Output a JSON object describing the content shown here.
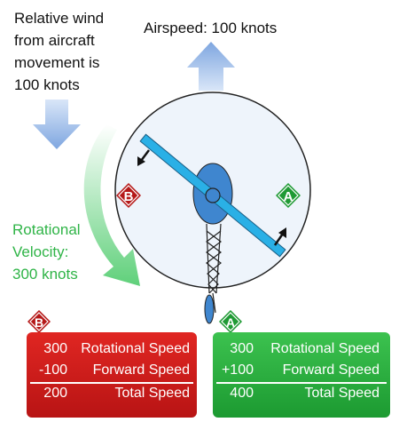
{
  "wind_note": {
    "lines": [
      "Relative wind",
      "from aircraft",
      "movement is",
      "100 knots"
    ]
  },
  "airspeed_label": "Airspeed: 100 knots",
  "rotational_note": {
    "lines": [
      "Rotational",
      "Velocity:",
      "300 knots"
    ]
  },
  "blade_markers": {
    "a": "A",
    "b": "B"
  },
  "colors": {
    "retreating": "#c81e1e",
    "advancing": "#22a83a",
    "arrow_blue": "#8fb3e8",
    "blade": "#2ab0e6",
    "hub": "#3f86cf",
    "rotor_disk": "#eef4fb"
  },
  "table_b": {
    "marker": "B",
    "rows": [
      {
        "value": "300",
        "label": "Rotational Speed"
      },
      {
        "value": "-100",
        "label": "Forward Speed"
      }
    ],
    "total": {
      "value": "200",
      "label": "Total Speed"
    }
  },
  "table_a": {
    "marker": "A",
    "rows": [
      {
        "value": "300",
        "label": "Rotational Speed"
      },
      {
        "value": "+100",
        "label": "Forward Speed"
      }
    ],
    "total": {
      "value": "400",
      "label": "Total Speed"
    }
  }
}
